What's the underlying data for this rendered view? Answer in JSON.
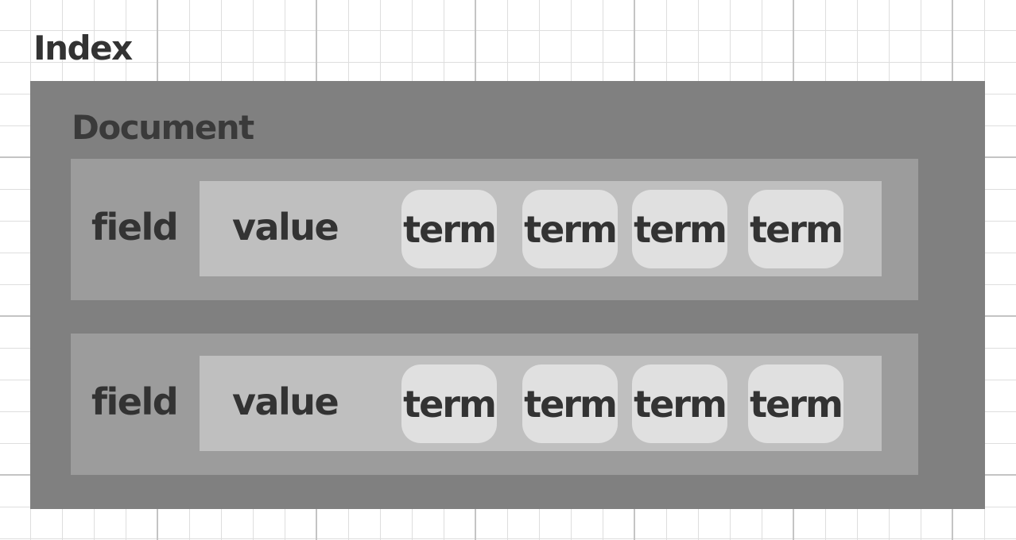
{
  "diagram": {
    "index_label": "Index",
    "document": {
      "label": "Document",
      "fields": [
        {
          "label": "field",
          "value_label": "value",
          "terms": [
            "term",
            "term",
            "term",
            "term"
          ]
        },
        {
          "label": "field",
          "value_label": "value",
          "terms": [
            "term",
            "term",
            "term",
            "term"
          ]
        }
      ]
    }
  },
  "colors": {
    "index_box": "#808080",
    "field_box": "#9c9c9c",
    "value_box": "#bfbfbf",
    "term_box": "#e0e0e0",
    "text": "#333333"
  }
}
